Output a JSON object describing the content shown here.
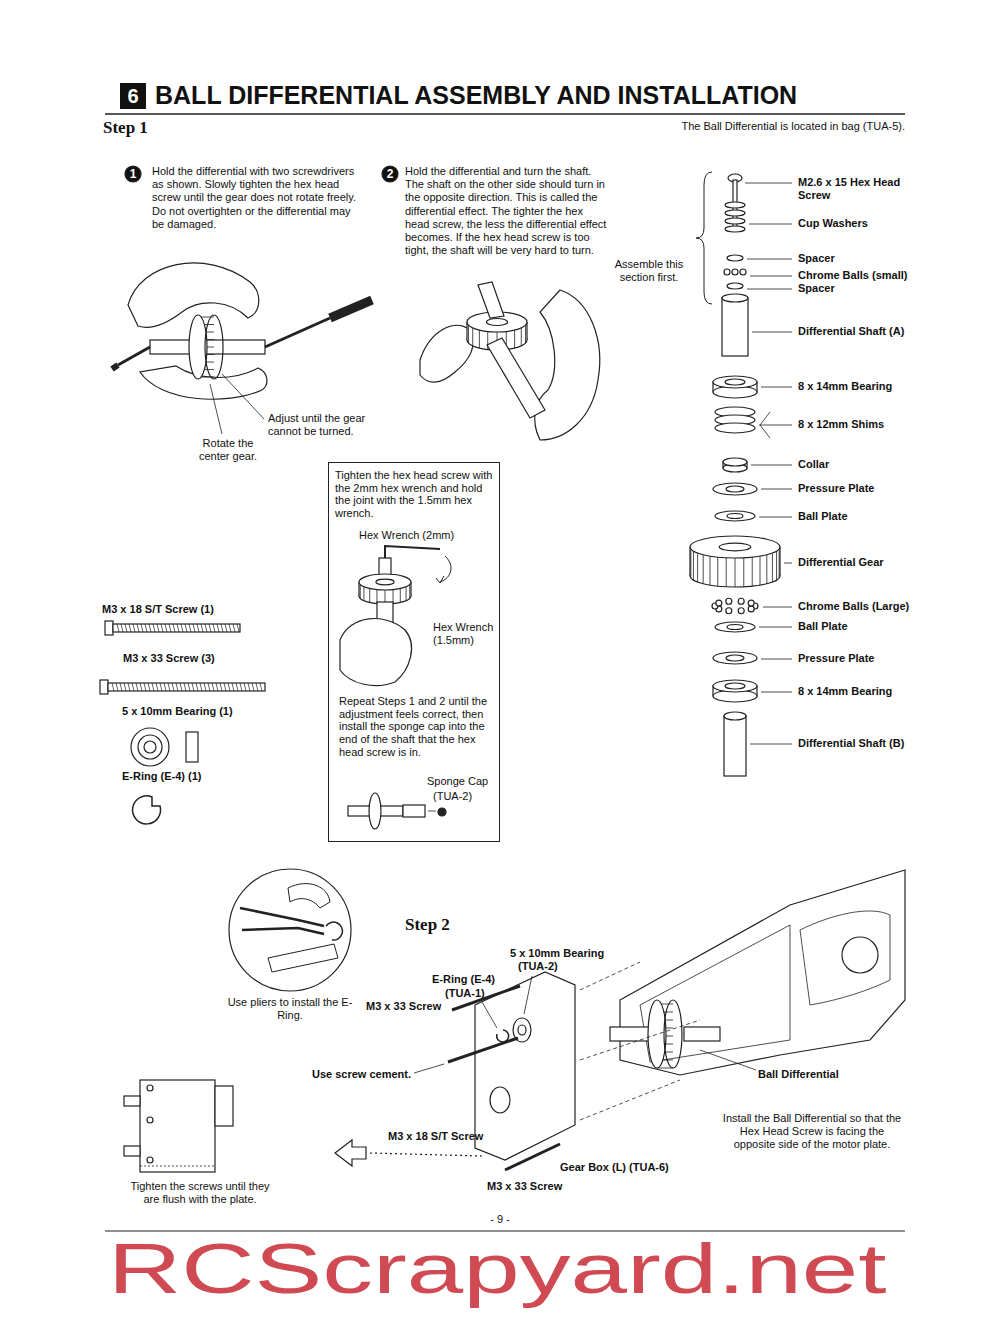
{
  "diagram": {
    "title": "BALL DIFFERENTIAL ASSEMBLY AND INSTALLATION",
    "nodes": [
      {
        "text": [
          "6"
        ]
      },
      {
        "text": [
          "1"
        ]
      },
      {
        "text": [
          "2"
        ]
      },
      {
        "text": [
          "Tighten the hex head screw with the 2mm hex wrench and hold the joint with the 1.5mm hex wrench.",
          "Hex Wrench (2mm)",
          "Hex Wrench (1.5mm)",
          "Repeat Steps 1 and 2 until the adjustment feels correct, then install the sponge cap into the end of the shaft that the hex head screw is in.",
          "Sponge Cap",
          "(TUA-2)"
        ]
      },
      {
        "text": [
          "Use pliers to install the E-Ring."
        ]
      }
    ],
    "labels": [
      "Step 1",
      "The Ball Differential is located in bag (TUA-5).",
      "Hold the differential with two screwdrivers as shown. Slowly tighten the hex head screw until the gear does not rotate freely. Do not overtighten or the differential may be damaged.",
      "Hold the differential and turn the shaft. The shaft on the other side should turn in the opposite direction. This is called the differential effect. The tighter the hex head screw, the less the differential effect becomes. If the hex head screw is too tight, the shaft will be very hard to turn.",
      "Adjust until the gear cannot be turned.",
      "Rotate the center gear.",
      "Assemble this section first.",
      "M2.6 x 15 Hex Head Screw",
      "Cup Washers",
      "Spacer",
      "Chrome Balls (small)",
      "Spacer",
      "Differential Shaft (A)",
      "8 x 14mm Bearing",
      "8 x 12mm Shims",
      "Collar",
      "Pressure Plate",
      "Ball Plate",
      "Differential Gear",
      "Chrome Balls (Large)",
      "Ball Plate",
      "Pressure Plate",
      "8 x 14mm Bearing",
      "Differential Shaft (B)",
      "M3 x 18 S/T Screw (1)",
      "M3 x 33 Screw (3)",
      "5 x 10mm Bearing (1)",
      "E-Ring (E-4) (1)",
      "Step 2",
      "5 x 10mm Bearing",
      "(TUA-2)",
      "E-Ring (E-4)",
      "(TUA-1)",
      "M3 x 33 Screw",
      "Use screw cement.",
      "M3 x 18 S/T Screw",
      "Gear Box (L) (TUA-6)",
      "M3 x 33 Screw",
      "Ball Differential",
      "Install the Ball Differential so that the Hex Head Screw is facing the opposite side of the motor plate.",
      "Tighten the screws until they are flush with the plate.",
      "- 9 -",
      "RCScrapyard.net"
    ]
  }
}
